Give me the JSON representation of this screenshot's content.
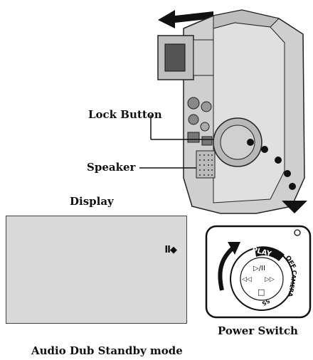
{
  "labels": {
    "lock_button": "Lock Button",
    "speaker": "Speaker",
    "display": "Display",
    "power_switch": "Power Switch",
    "mode_caption": "Audio Dub Standby mode"
  },
  "display_indicator": "II◆",
  "dial": {
    "play": "PLAY",
    "off": "OFF",
    "camera": "CAMERA",
    "five_s": "5S",
    "play_pause": "▷/II",
    "rewind": "◁◁",
    "fast_forward": "▷▷",
    "stop": "□"
  },
  "colors": {
    "body": "#cfcfcf",
    "display": "#d9d9d9",
    "ink": "#111111"
  }
}
